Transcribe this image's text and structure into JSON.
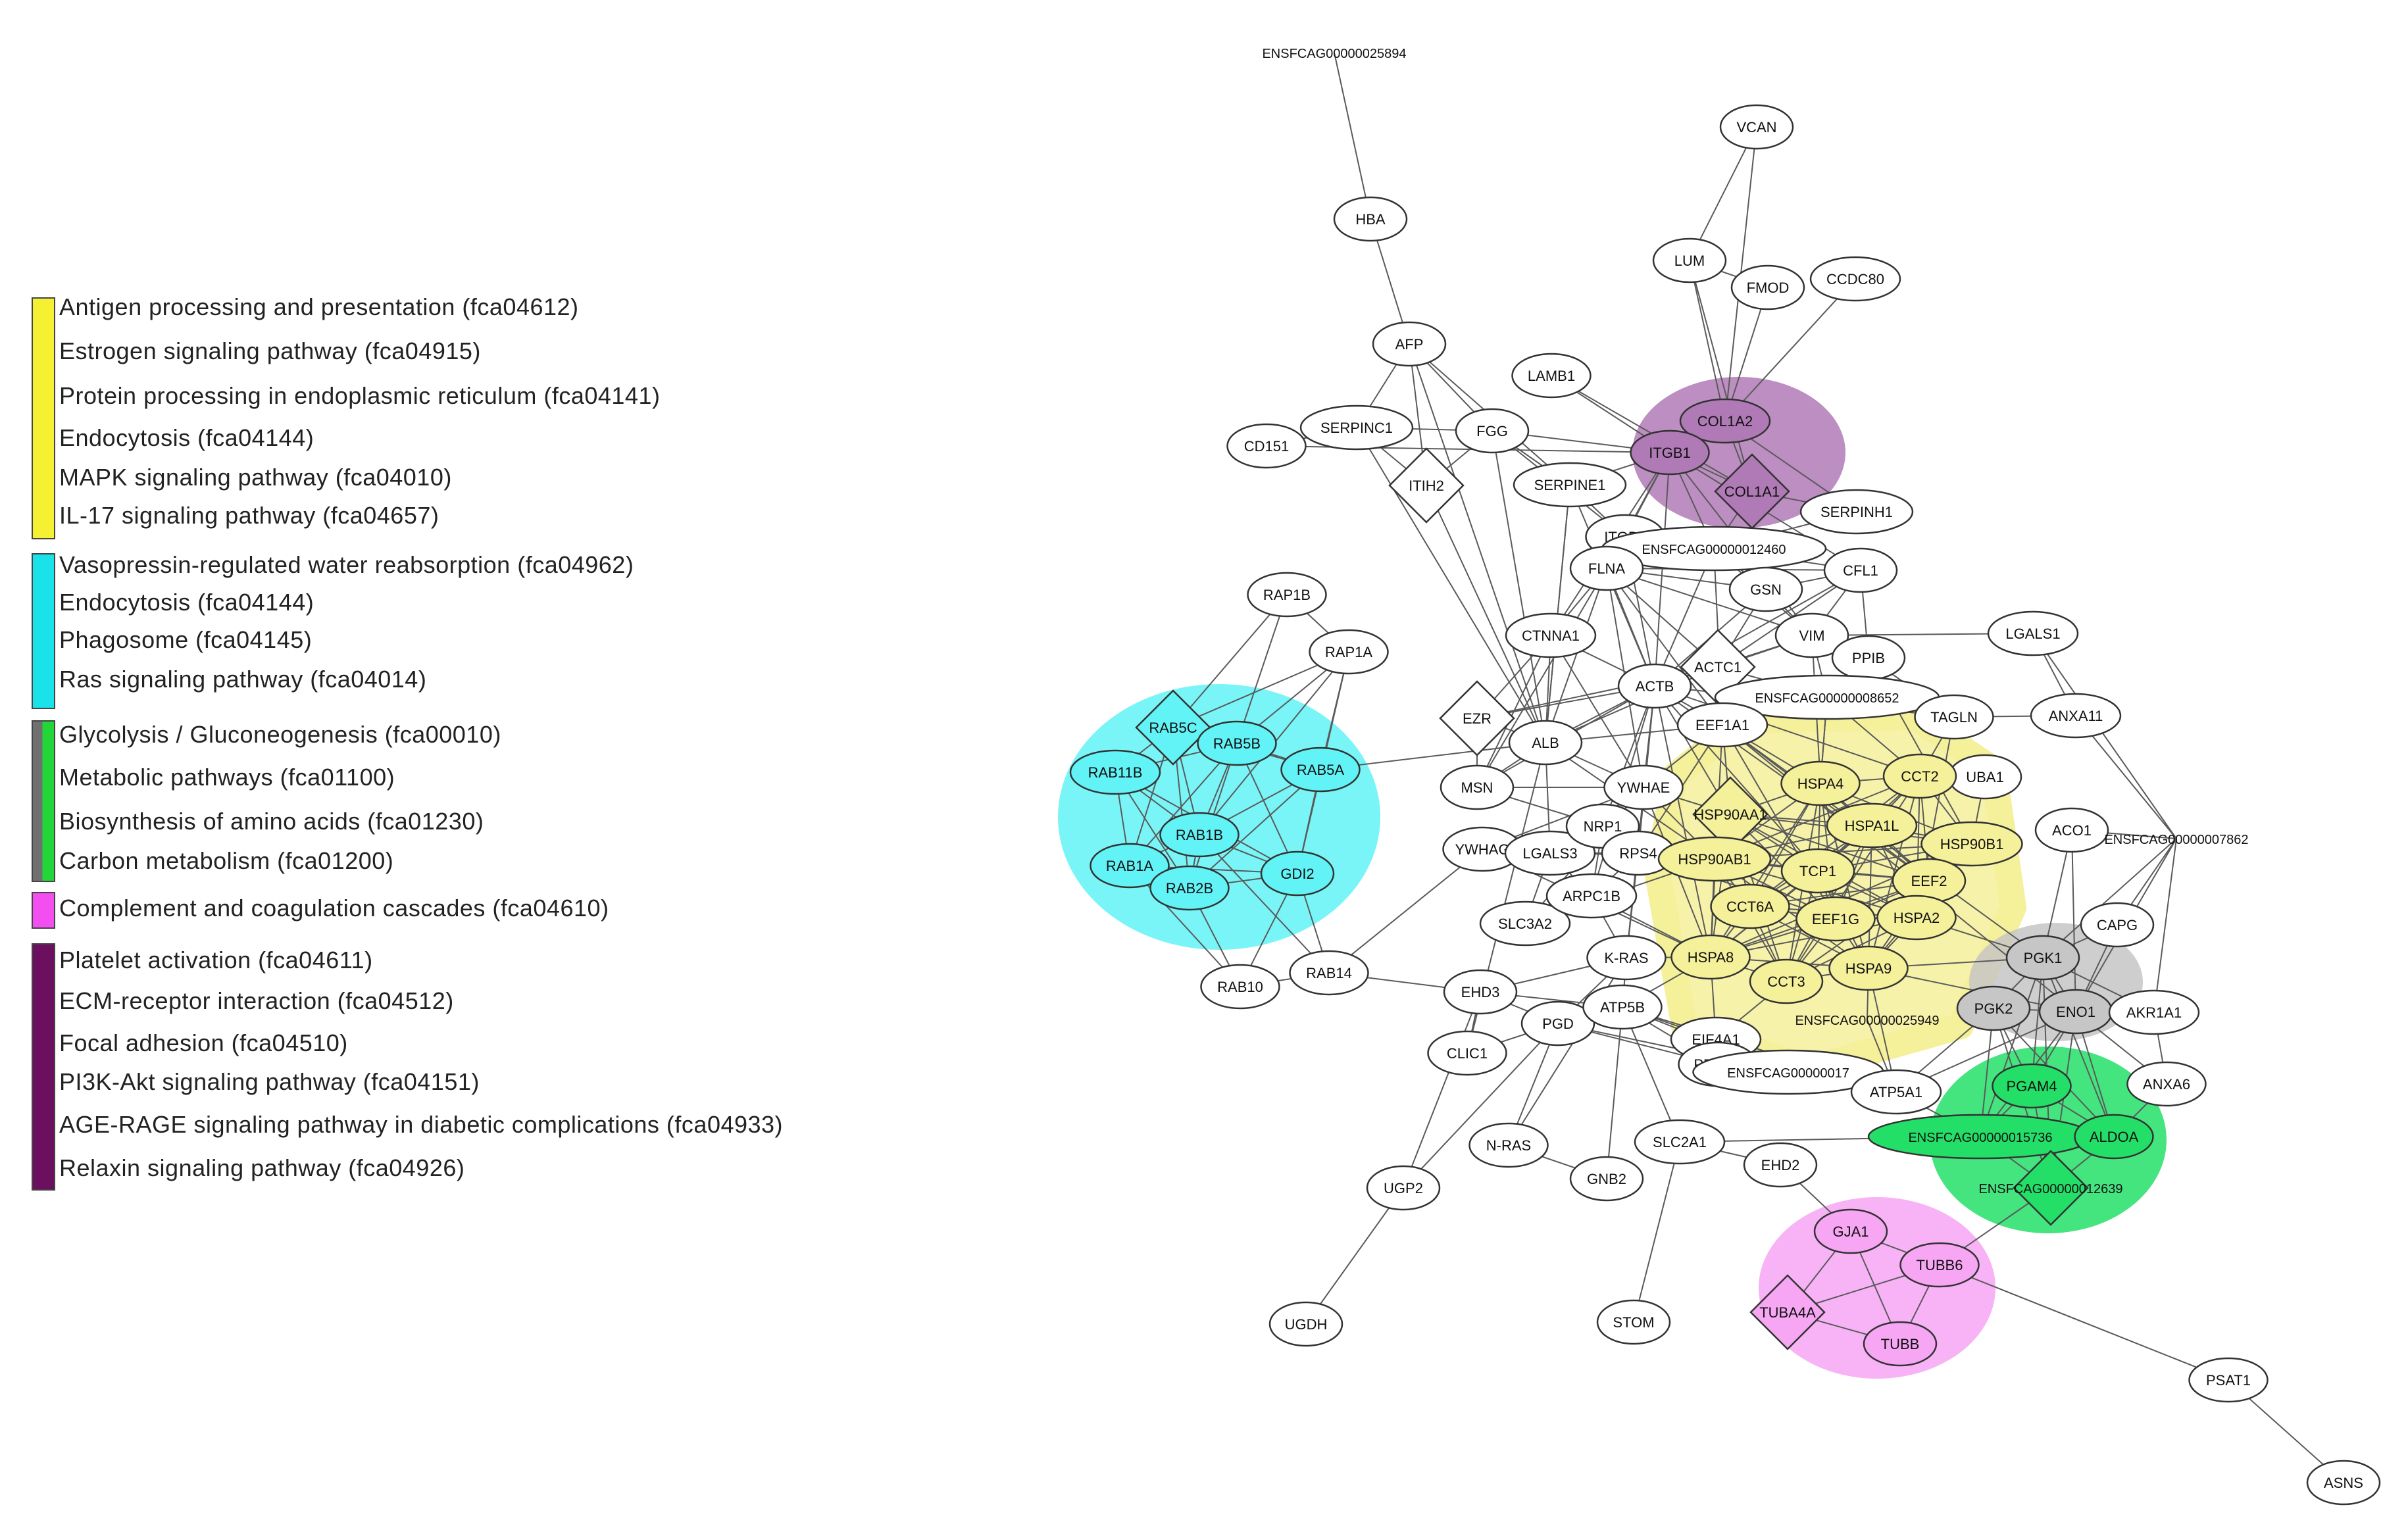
{
  "legend": {
    "groups": [
      {
        "color": "#f5f032",
        "items": [
          "Antigen processing and presentation (fca04612)",
          "Estrogen signaling pathway (fca04915)",
          "Protein processing in endoplasmic reticulum (fca04141)",
          "Endocytosis (fca04144)",
          "MAPK signaling pathway (fca04010)",
          "IL-17 signaling pathway (fca04657)"
        ]
      },
      {
        "color": "#19e3e8",
        "items": [
          "Vasopressin-regulated water reabsorption (fca04962)",
          "Endocytosis (fca04144)",
          "Phagosome (fca04145)",
          "Ras signaling pathway (fca04014)"
        ]
      },
      {
        "color": "#22d63a",
        "accent": "#707070",
        "items": [
          "Glycolysis / Gluconeogenesis (fca00010)",
          "Metabolic pathways (fca01100)",
          "Biosynthesis of amino acids (fca01230)",
          "Carbon metabolism (fca01200)"
        ]
      },
      {
        "color": "#f24ef0",
        "items": [
          "Complement and coagulation cascades (fca04610)"
        ]
      },
      {
        "color": "#6b0f5e",
        "items": [
          "Platelet activation (fca04611)",
          "ECM-receptor interaction (fca04512)",
          "Focal adhesion (fca04510)",
          "PI3K-Akt signaling pathway (fca04151)",
          "AGE-RAGE signaling pathway in diabetic complications (fca04933)",
          "Relaxin signaling pathway (fca04926)"
        ]
      }
    ]
  },
  "network": {
    "clusters": [
      {
        "id": "ecm",
        "color": "#b07ab6"
      },
      {
        "id": "rab",
        "color": "#62f3f6"
      },
      {
        "id": "hsp",
        "color": "#f5f09a"
      },
      {
        "id": "gly",
        "color": "#c6c6c6"
      },
      {
        "id": "pgam",
        "color": "#23df68"
      },
      {
        "id": "tub",
        "color": "#f6a6f3"
      }
    ],
    "nodes": [
      {
        "id": "ENSFCAG00000025894",
        "shape": "text"
      },
      {
        "id": "VCAN",
        "shape": "ellipse"
      },
      {
        "id": "HBA",
        "shape": "ellipse"
      },
      {
        "id": "LUM",
        "shape": "ellipse"
      },
      {
        "id": "FMOD",
        "shape": "ellipse"
      },
      {
        "id": "CCDC80",
        "shape": "ellipse"
      },
      {
        "id": "AFP",
        "shape": "ellipse"
      },
      {
        "id": "LAMB1",
        "shape": "ellipse"
      },
      {
        "id": "CD151",
        "shape": "ellipse"
      },
      {
        "id": "SERPINC1",
        "shape": "ellipse"
      },
      {
        "id": "FGG",
        "shape": "ellipse"
      },
      {
        "id": "COL1A2",
        "shape": "ellipse",
        "cluster": "ecm"
      },
      {
        "id": "ITGB1",
        "shape": "ellipse",
        "cluster": "ecm"
      },
      {
        "id": "COL1A1",
        "shape": "diamond",
        "cluster": "ecm"
      },
      {
        "id": "ITIH2",
        "shape": "diamond"
      },
      {
        "id": "SERPINE1",
        "shape": "ellipse"
      },
      {
        "id": "SERPINH1",
        "shape": "ellipse"
      },
      {
        "id": "ITGB3",
        "shape": "ellipse"
      },
      {
        "id": "ENSFCAG00000012460",
        "shape": "ellipse"
      },
      {
        "id": "FLNA",
        "shape": "ellipse"
      },
      {
        "id": "GSN",
        "shape": "ellipse"
      },
      {
        "id": "CFL1",
        "shape": "ellipse"
      },
      {
        "id": "RAP1B",
        "shape": "ellipse"
      },
      {
        "id": "RAP1A",
        "shape": "ellipse"
      },
      {
        "id": "CTNNA1",
        "shape": "ellipse"
      },
      {
        "id": "VIM",
        "shape": "ellipse"
      },
      {
        "id": "PPIB",
        "shape": "ellipse"
      },
      {
        "id": "LGALS1",
        "shape": "ellipse"
      },
      {
        "id": "ACTC1",
        "shape": "diamond"
      },
      {
        "id": "ACTB",
        "shape": "ellipse"
      },
      {
        "id": "ENSFCAG00000008652",
        "shape": "ellipse"
      },
      {
        "id": "EEF1A1",
        "shape": "ellipse"
      },
      {
        "id": "TAGLN",
        "shape": "ellipse"
      },
      {
        "id": "ANXA11",
        "shape": "ellipse"
      },
      {
        "id": "EZR",
        "shape": "diamond"
      },
      {
        "id": "ALB",
        "shape": "ellipse"
      },
      {
        "id": "UBA1",
        "shape": "ellipse"
      },
      {
        "id": "RAB5C",
        "shape": "diamond",
        "cluster": "rab"
      },
      {
        "id": "RAB5B",
        "shape": "ellipse",
        "cluster": "rab"
      },
      {
        "id": "RAB5A",
        "shape": "ellipse",
        "cluster": "rab"
      },
      {
        "id": "RAB11B",
        "shape": "ellipse",
        "cluster": "rab"
      },
      {
        "id": "RAB1B",
        "shape": "ellipse",
        "cluster": "rab"
      },
      {
        "id": "RAB1A",
        "shape": "ellipse",
        "cluster": "rab"
      },
      {
        "id": "GDI2",
        "shape": "ellipse",
        "cluster": "rab"
      },
      {
        "id": "RAB2B",
        "shape": "ellipse",
        "cluster": "rab"
      },
      {
        "id": "MSN",
        "shape": "ellipse"
      },
      {
        "id": "YWHAE",
        "shape": "ellipse"
      },
      {
        "id": "HSPA4",
        "shape": "ellipse",
        "cluster": "hsp"
      },
      {
        "id": "CCT2",
        "shape": "ellipse",
        "cluster": "hsp"
      },
      {
        "id": "HSP90AA1",
        "shape": "diamond",
        "cluster": "hsp"
      },
      {
        "id": "HSPA1L",
        "shape": "ellipse",
        "cluster": "hsp"
      },
      {
        "id": "HSP90B1",
        "shape": "ellipse",
        "cluster": "hsp"
      },
      {
        "id": "ACO1",
        "shape": "ellipse"
      },
      {
        "id": "ENSFCAG00000007862",
        "shape": "text"
      },
      {
        "id": "YWHAG",
        "shape": "ellipse"
      },
      {
        "id": "LGALS3",
        "shape": "ellipse"
      },
      {
        "id": "NRP1",
        "shape": "ellipse"
      },
      {
        "id": "RPS4",
        "shape": "ellipse"
      },
      {
        "id": "HSP90AB1",
        "shape": "ellipse",
        "cluster": "hsp"
      },
      {
        "id": "TCP1",
        "shape": "ellipse",
        "cluster": "hsp"
      },
      {
        "id": "EEF2",
        "shape": "ellipse",
        "cluster": "hsp"
      },
      {
        "id": "SLC3A2",
        "shape": "ellipse"
      },
      {
        "id": "ARPC1B",
        "shape": "ellipse"
      },
      {
        "id": "CCT6A",
        "shape": "ellipse",
        "cluster": "hsp"
      },
      {
        "id": "EEF1G",
        "shape": "ellipse",
        "cluster": "hsp"
      },
      {
        "id": "HSPA2",
        "shape": "ellipse",
        "cluster": "hsp"
      },
      {
        "id": "CAPG",
        "shape": "ellipse"
      },
      {
        "id": "RAB10",
        "shape": "ellipse"
      },
      {
        "id": "RAB14",
        "shape": "ellipse"
      },
      {
        "id": "K-RAS",
        "shape": "ellipse"
      },
      {
        "id": "HSPA8",
        "shape": "ellipse",
        "cluster": "hsp"
      },
      {
        "id": "CCT3",
        "shape": "ellipse",
        "cluster": "hsp"
      },
      {
        "id": "HSPA9",
        "shape": "ellipse",
        "cluster": "hsp"
      },
      {
        "id": "PGK1",
        "shape": "ellipse",
        "cluster": "gly"
      },
      {
        "id": "EHD3",
        "shape": "ellipse"
      },
      {
        "id": "PGD",
        "shape": "ellipse"
      },
      {
        "id": "ATP5B",
        "shape": "ellipse"
      },
      {
        "id": "ENSFCAG00000025949",
        "shape": "text"
      },
      {
        "id": "PGK2",
        "shape": "ellipse",
        "cluster": "gly"
      },
      {
        "id": "ENO1",
        "shape": "ellipse",
        "cluster": "gly"
      },
      {
        "id": "AKR1A1",
        "shape": "ellipse"
      },
      {
        "id": "EIF4A1",
        "shape": "ellipse"
      },
      {
        "id": "PRDX1",
        "shape": "ellipse"
      },
      {
        "id": "ENSFCAG00000017",
        "shape": "ellipse"
      },
      {
        "id": "CLIC1",
        "shape": "ellipse"
      },
      {
        "id": "ATP5A1",
        "shape": "ellipse"
      },
      {
        "id": "PGAM4",
        "shape": "ellipse",
        "cluster": "pgam"
      },
      {
        "id": "ANXA6",
        "shape": "ellipse"
      },
      {
        "id": "ENSFCAG00000015736",
        "shape": "ellipse",
        "cluster": "pgam"
      },
      {
        "id": "ALDOA",
        "shape": "ellipse",
        "cluster": "pgam"
      },
      {
        "id": "N-RAS",
        "shape": "ellipse"
      },
      {
        "id": "SLC2A1",
        "shape": "ellipse"
      },
      {
        "id": "EHD2",
        "shape": "ellipse"
      },
      {
        "id": "GNB2",
        "shape": "ellipse"
      },
      {
        "id": "UGP2",
        "shape": "ellipse"
      },
      {
        "id": "ENSFCAG00000012639",
        "shape": "diamond",
        "cluster": "pgam"
      },
      {
        "id": "GJA1",
        "shape": "ellipse",
        "cluster": "tub"
      },
      {
        "id": "TUBB6",
        "shape": "ellipse",
        "cluster": "tub"
      },
      {
        "id": "TUBA4A",
        "shape": "diamond",
        "cluster": "tub"
      },
      {
        "id": "TUBB",
        "shape": "ellipse",
        "cluster": "tub"
      },
      {
        "id": "UGDH",
        "shape": "ellipse"
      },
      {
        "id": "STOM",
        "shape": "ellipse"
      },
      {
        "id": "PSAT1",
        "shape": "ellipse"
      },
      {
        "id": "ASNS",
        "shape": "ellipse"
      }
    ]
  }
}
